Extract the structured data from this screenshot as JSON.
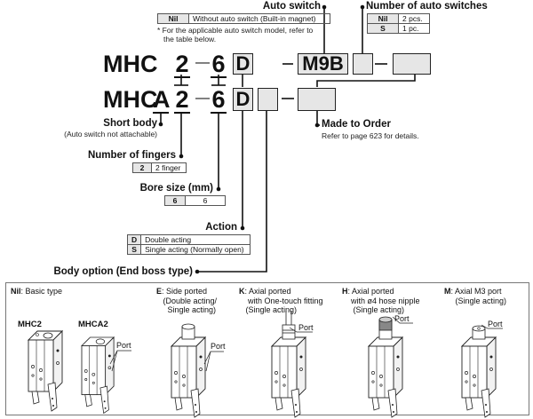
{
  "part_number_rows": {
    "row1": {
      "prefix": "MHC",
      "fingers": "2",
      "dash": "—",
      "bore": "6",
      "action": "D",
      "switch": "M9B"
    },
    "row2": {
      "prefix": "MHC",
      "short_body": "A",
      "fingers": "2",
      "dash": "—",
      "bore": "6",
      "action": "D"
    }
  },
  "auto_switch": {
    "label": "Auto switch",
    "table": [
      {
        "key": "Nil",
        "value": "Without auto switch (Built-in magnet)"
      }
    ],
    "note_line1": "* For the applicable auto switch model, refer to",
    "note_line2": "the table below."
  },
  "number_of_auto_switches": {
    "label": "Number of auto switches",
    "table": [
      {
        "key": "Nil",
        "value": "2 pcs."
      },
      {
        "key": "S",
        "value": "1 pc."
      }
    ]
  },
  "short_body": {
    "label": "Short body",
    "note": "(Auto switch not attachable)"
  },
  "made_to_order": {
    "label": "Made to Order",
    "note": "Refer to page 623 for details."
  },
  "number_of_fingers": {
    "label": "Number of fingers",
    "table": [
      {
        "key": "2",
        "value": "2 finger"
      }
    ]
  },
  "bore_size": {
    "label": "Bore size (mm)",
    "table": [
      {
        "key": "6",
        "value": "6"
      }
    ]
  },
  "action": {
    "label": "Action",
    "table": [
      {
        "key": "D",
        "value": "Double acting"
      },
      {
        "key": "S",
        "value": "Single acting (Normally open)"
      }
    ]
  },
  "body_option": {
    "label": "Body option (End boss type)",
    "types": [
      {
        "code": "Nil",
        "title": ": Basic type",
        "models": [
          "MHC2",
          "MHCA2"
        ],
        "port": "Port"
      },
      {
        "code": "E",
        "title": ": Side ported",
        "lines": [
          "(Double acting/",
          "Single acting)"
        ],
        "port": "Port"
      },
      {
        "code": "K",
        "title": ": Axial ported",
        "lines": [
          "with One-touch fitting",
          "(Single acting)"
        ],
        "port": "Port"
      },
      {
        "code": "H",
        "title": ": Axial ported",
        "lines": [
          "with ø4 hose nipple",
          "(Single acting)"
        ],
        "port": "Port"
      },
      {
        "code": "M",
        "title": ": Axial M3 port",
        "lines": [
          "(Single acting)"
        ],
        "port": "Port"
      }
    ]
  }
}
